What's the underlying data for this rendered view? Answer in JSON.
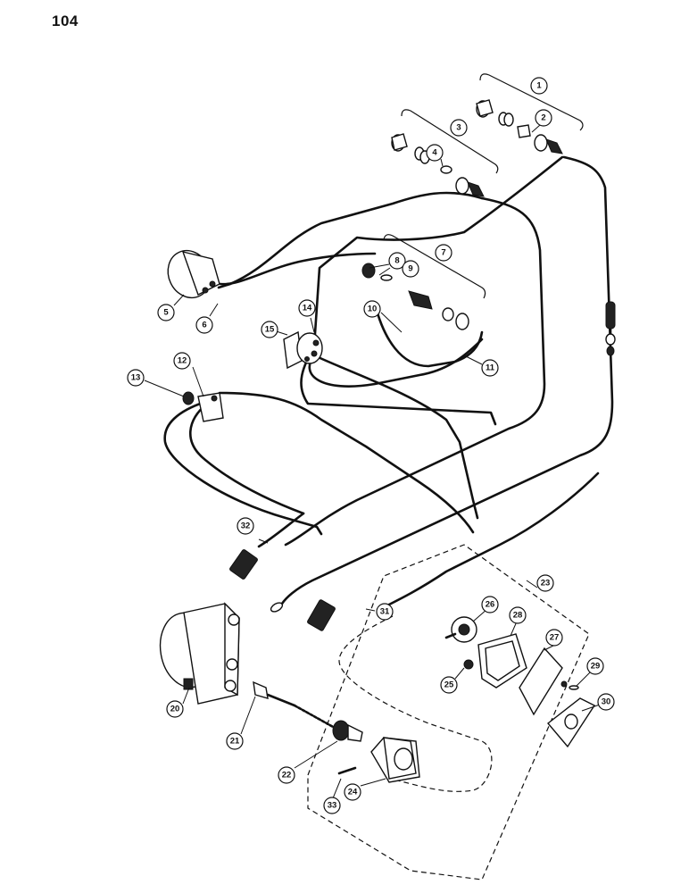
{
  "page": {
    "number": "104"
  },
  "callouts": [
    {
      "id": "c1",
      "label": "1"
    },
    {
      "id": "c2",
      "label": "2"
    },
    {
      "id": "c3",
      "label": "3"
    },
    {
      "id": "c4",
      "label": "4"
    },
    {
      "id": "c5",
      "label": "5"
    },
    {
      "id": "c6",
      "label": "6"
    },
    {
      "id": "c7",
      "label": "7"
    },
    {
      "id": "c8",
      "label": "8"
    },
    {
      "id": "c9",
      "label": "9"
    },
    {
      "id": "c10",
      "label": "10"
    },
    {
      "id": "c11",
      "label": "11"
    },
    {
      "id": "c12",
      "label": "12"
    },
    {
      "id": "c13",
      "label": "13"
    },
    {
      "id": "c14",
      "label": "14"
    },
    {
      "id": "c15",
      "label": "15"
    },
    {
      "id": "c20",
      "label": "20"
    },
    {
      "id": "c21",
      "label": "21"
    },
    {
      "id": "c22",
      "label": "22"
    },
    {
      "id": "c23",
      "label": "23"
    },
    {
      "id": "c24",
      "label": "24"
    },
    {
      "id": "c25",
      "label": "25"
    },
    {
      "id": "c26",
      "label": "26"
    },
    {
      "id": "c27",
      "label": "27"
    },
    {
      "id": "c28",
      "label": "28"
    },
    {
      "id": "c29",
      "label": "29"
    },
    {
      "id": "c30",
      "label": "30"
    },
    {
      "id": "c31",
      "label": "31"
    },
    {
      "id": "c32",
      "label": "32"
    },
    {
      "id": "c33",
      "label": "33"
    }
  ]
}
